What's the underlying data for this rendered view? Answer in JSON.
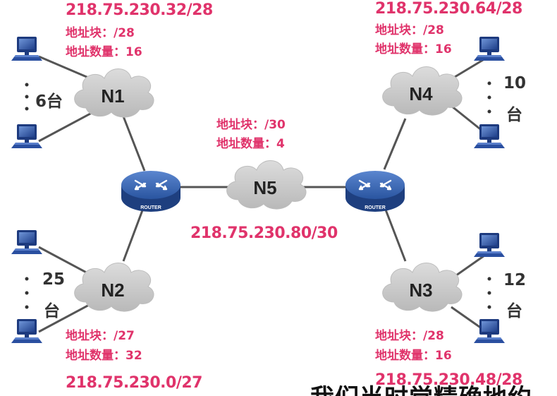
{
  "networks": {
    "n1": {
      "name": "N1",
      "address": "218.75.230.32/28",
      "block": "地址块：/28",
      "count": "地址数量：16",
      "hosts": "6台"
    },
    "n2": {
      "name": "N2",
      "address": "218.75.230.0/27",
      "block": "地址块：/27",
      "count": "地址数量：32",
      "hosts_num": "25",
      "hosts_unit": "台"
    },
    "n3": {
      "name": "N3",
      "address": "218.75.230.48/28",
      "block": "地址块：/28",
      "count": "地址数量：16",
      "hosts_num": "12",
      "hosts_unit": "台"
    },
    "n4": {
      "name": "N4",
      "address": "218.75.230.64/28",
      "block": "地址块：/28",
      "count": "地址数量：16",
      "hosts_num": "10",
      "hosts_unit": "台"
    },
    "n5": {
      "name": "N5",
      "address": "218.75.230.80/30",
      "block": "地址块：/30",
      "count": "地址数量：4"
    }
  },
  "routers": {
    "left": {
      "label": "ROUTER"
    },
    "right": {
      "label": "ROUTER"
    }
  },
  "caption": "我们当时觉精确地约",
  "colors": {
    "highlight": "#e0336b",
    "router": "#2f5fa8",
    "cloud": "#c9c9c9",
    "link": "#555555",
    "pc": "#2a4fa0"
  }
}
